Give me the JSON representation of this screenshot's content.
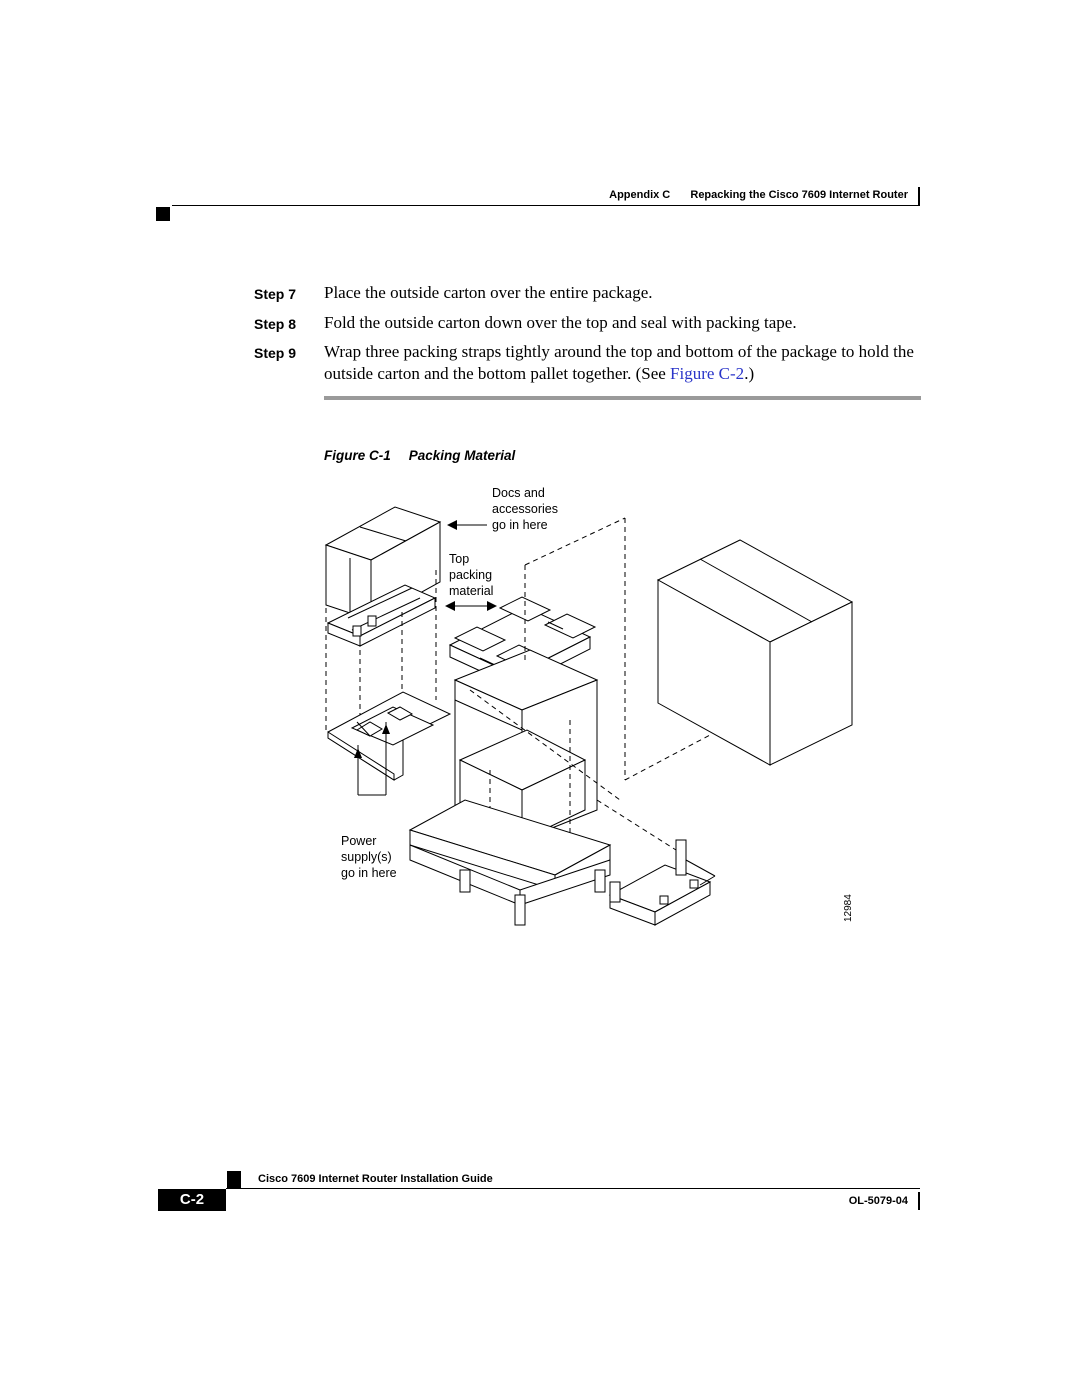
{
  "header": {
    "appendix": "Appendix C",
    "section_title": "Repacking the Cisco 7609 Internet Router"
  },
  "steps": [
    {
      "label": "Step 7",
      "text": "Place the outside carton over the entire package."
    },
    {
      "label": "Step 8",
      "text": "Fold the outside carton down over the top and seal with packing tape."
    },
    {
      "label": "Step 9",
      "text_before": "Wrap three packing straps tightly around the top and bottom of the package to hold the outside carton and the bottom pallet together. (See ",
      "link": "Figure C-2",
      "text_after": ".)"
    }
  ],
  "figure": {
    "number": "Figure C-1",
    "title": "Packing Material",
    "callouts": {
      "docs": [
        "Docs and",
        "accessories",
        "go in here"
      ],
      "top_packing": [
        "Top",
        "packing",
        "material"
      ],
      "power": [
        "Power",
        "supply(s)",
        "go in here"
      ]
    },
    "figure_id": "12984"
  },
  "footer": {
    "guide_title": "Cisco 7609 Internet Router Installation Guide",
    "page_number": "C-2",
    "doc_number": "OL-5079-04"
  }
}
